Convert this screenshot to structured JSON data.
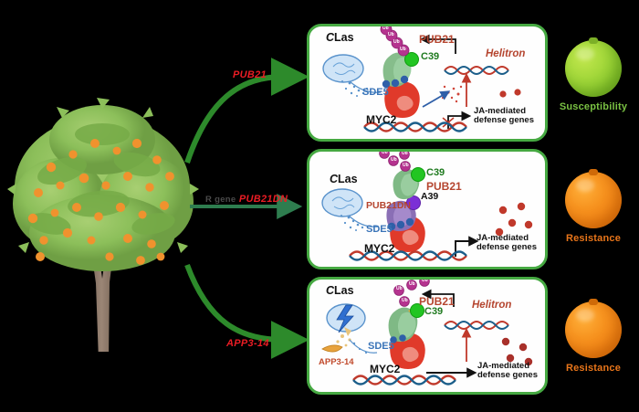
{
  "figure": {
    "background_color": "#000000",
    "panel_border_color": "#46a942",
    "accent_red": "#ea1c24",
    "accent_green": "#2e8b2e"
  },
  "tree": {
    "name": "citrus-tree",
    "foliage_color": "#8cbf5a",
    "fruit_color": "#f0922e",
    "trunk_color": "#8a7565"
  },
  "arrows": [
    {
      "id": "arrow-top",
      "prefix": "",
      "label": "PUB21",
      "label_color": "#ea1c24",
      "style": "curved-up"
    },
    {
      "id": "arrow-mid",
      "prefix": "R gene",
      "label": "PUB21DN",
      "label_color": "#ea1c24",
      "style": "straight"
    },
    {
      "id": "arrow-bottom",
      "prefix": "",
      "label": "APP3-14",
      "label_color": "#ea1c24",
      "style": "curved-down"
    }
  ],
  "panels": [
    {
      "id": "panel-1",
      "pathogen": {
        "name_italic": "C",
        "name_rest": "Las"
      },
      "effector": "SDE5",
      "host_tf": "MYC2",
      "e3_ligase": "PUB21",
      "e3_partner": "C39",
      "ubiquitin_label": "Ub",
      "ubiquitin_count": 4,
      "transposon": "Helitron",
      "gene_target": "JA-mediated\ndefense genes",
      "gene_target_line1": "JA-mediated",
      "gene_target_line2": "defense genes",
      "degraded": true
    },
    {
      "id": "panel-2",
      "pathogen": {
        "name_italic": "C",
        "name_rest": "Las"
      },
      "effector": "SDE5",
      "host_tf": "MYC2",
      "e3_ligase": "PUB21",
      "e3_partner": "C39",
      "dominant_negative": "PUB21DN",
      "dn_partner": "A39",
      "ubiquitin_label": "Ub",
      "ubiquitin_count": 4,
      "gene_target_line1": "JA-mediated",
      "gene_target_line2": "defense genes",
      "degraded": false
    },
    {
      "id": "panel-3",
      "pathogen": {
        "name_italic": "C",
        "name_rest": "Las"
      },
      "effector": "SDE5",
      "host_tf": "MYC2",
      "e3_ligase": "PUB21",
      "e3_partner": "C39",
      "peptide": "APP3-14",
      "ubiquitin_label": "Ub",
      "ubiquitin_count": 4,
      "transposon": "Helitron",
      "gene_target_line1": "JA-mediated",
      "gene_target_line2": "defense genes",
      "degraded": false
    }
  ],
  "outcomes": [
    {
      "id": "outcome-1",
      "label": "Susceptibility",
      "fruit": "green-unripe",
      "color": "#7ac143"
    },
    {
      "id": "outcome-2",
      "label": "Resistance",
      "fruit": "orange-ripe",
      "color": "#e8751a"
    },
    {
      "id": "outcome-3",
      "label": "Resistance",
      "fruit": "orange-ripe",
      "color": "#e8751a"
    }
  ]
}
